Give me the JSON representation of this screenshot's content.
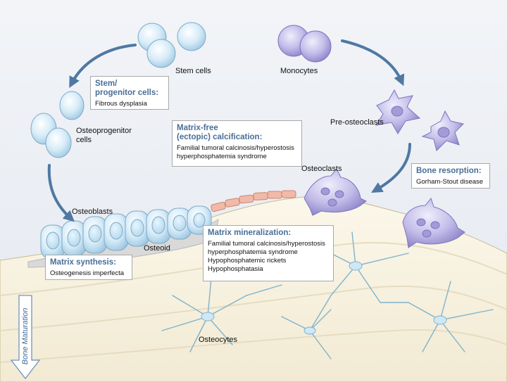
{
  "labels": {
    "stem_cells": "Stem cells",
    "monocytes": "Monocytes",
    "osteoprogenitor": "Osteoprogenitor\ncells",
    "pre_osteoclasts": "Pre-osteoclasts",
    "osteoclasts": "Osteoclasts",
    "osteoblasts": "Osteoblasts",
    "osteoid": "Osteoid",
    "osteocytes": "Osteocytes",
    "bone_maturation": "Bone Maturation"
  },
  "boxes": [
    {
      "id": "stem",
      "title": "Stem/\nprogenitor cells:",
      "items": [
        "Fibrous dysplasia"
      ]
    },
    {
      "id": "ectopic",
      "title": "Matrix-free\n(ectopic) calcification:",
      "items": [
        "Familial tumoral calcinosis/hyperostosis\n   hyperphosphatemia syndrome"
      ]
    },
    {
      "id": "resorption",
      "title": "Bone resorption:",
      "items": [
        "Gorham-Stout disease"
      ]
    },
    {
      "id": "mineralization",
      "title": "Matrix mineralization:",
      "items": [
        "Familial tumoral calcinosis/hyperostosis\n   hyperphosphatemia syndrome",
        "Hypophosphatemic rickets",
        "Hypophosphatasia"
      ]
    },
    {
      "id": "synthesis",
      "title": "Matrix synthesis:",
      "items": [
        "Osteogenesis imperfecta"
      ]
    }
  ],
  "colors": {
    "background": "#ebeef3",
    "bone": "#f7f1e1",
    "bone_shadow": "#ece3cc",
    "cell_blue": "#cfe7f6",
    "cell_purple": "#bdb6e6",
    "lining_cells": "#f2b9a8",
    "arrow": "#4f78a3",
    "box_title": "#4a6e96"
  }
}
